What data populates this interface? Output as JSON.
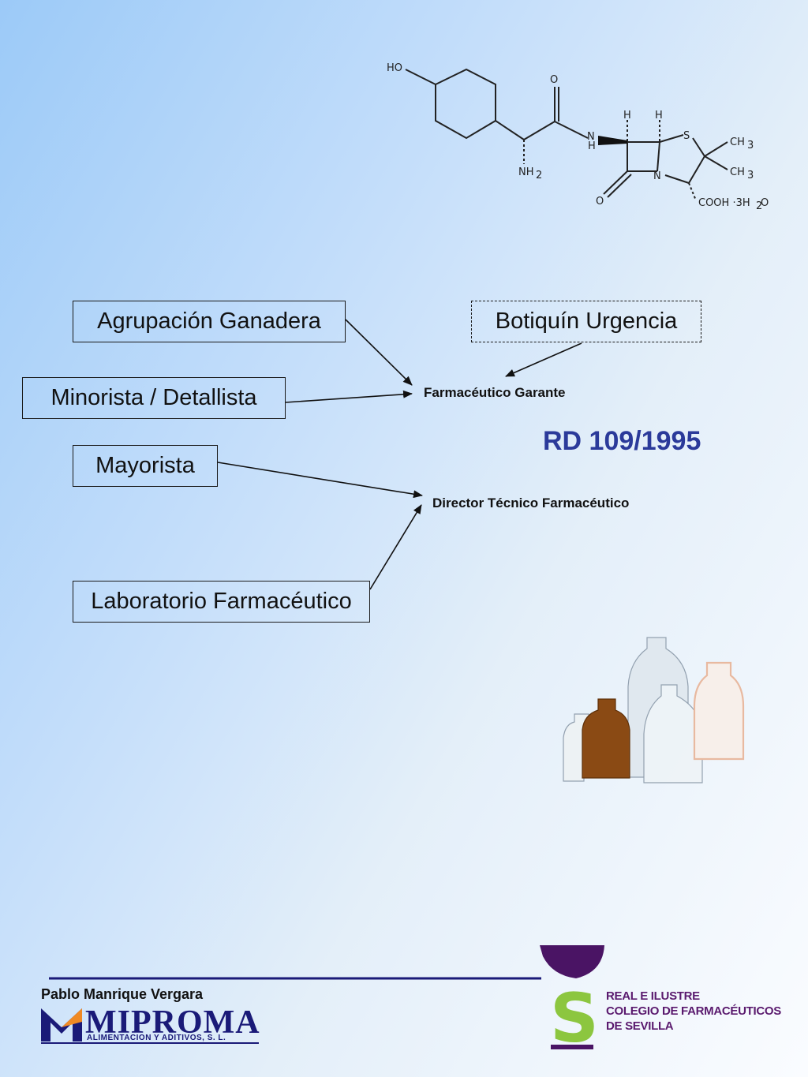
{
  "molecule": {
    "atoms": {
      "ho": "HO",
      "o_top": "O",
      "n": "N",
      "h_n": "H",
      "h1": "H",
      "h2": "H",
      "s": "S",
      "ch3_top": "CH",
      "ch3_bottom": "CH",
      "nh2": "NH",
      "n_ring": "N",
      "o_bottom": "O",
      "cooh": "COOH  ·3H",
      "h2o_o": "O"
    }
  },
  "boxes": {
    "agrupacion": "Agrupación Ganadera",
    "botiquin": "Botiquín Urgencia",
    "minorista": "Minorista / Detallista",
    "mayorista": "Mayorista",
    "laboratorio": "Laboratorio Farmacéutico"
  },
  "targets": {
    "farmaceutico_garante": "Farmacéutico Garante",
    "director_tecnico": "Director Técnico Farmacéutico"
  },
  "regulation": "RD 109/1995",
  "footer": {
    "author": "Pablo Manrique Vergara",
    "company_logo": "MIPROMA",
    "company_subtitle": "ALIMENTACION Y ADITIVOS, S. L.",
    "colegio_line1": "REAL E ILUSTRE",
    "colegio_line2": "COLEGIO DE FARMACÉUTICOS",
    "colegio_line3": "DE SEVILLA"
  },
  "colors": {
    "rd_text": "#2b3a9a",
    "footer_rule": "#1a1a78",
    "colegio_purple": "#5a1a6e",
    "colegio_green": "#8cc63f"
  }
}
